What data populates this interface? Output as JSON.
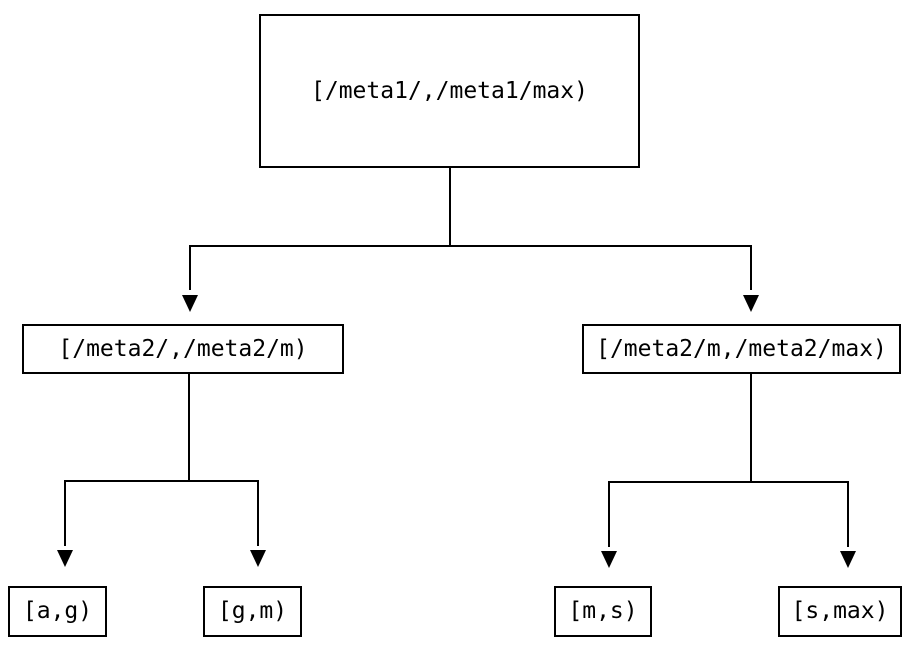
{
  "diagram": {
    "type": "binary-interval-tree",
    "colors": {
      "background": "#ffffff",
      "box_border": "#000000",
      "text": "#000000",
      "line": "#000000",
      "arrowhead": "#000000"
    },
    "nodes": {
      "root": {
        "label": "[/meta1/,/meta1/max)"
      },
      "left": {
        "label": "[/meta2/,/meta2/m)"
      },
      "right": {
        "label": "[/meta2/m,/meta2/max)"
      },
      "leaf_ag": {
        "label": "[a,g)"
      },
      "leaf_gm": {
        "label": "[g,m)"
      },
      "leaf_ms": {
        "label": "[m,s)"
      },
      "leaf_smax": {
        "label": "[s,max)"
      }
    },
    "edges": [
      {
        "from": "root",
        "to": "left"
      },
      {
        "from": "root",
        "to": "right"
      },
      {
        "from": "left",
        "to": "leaf_ag"
      },
      {
        "from": "left",
        "to": "leaf_gm"
      },
      {
        "from": "right",
        "to": "leaf_ms"
      },
      {
        "from": "right",
        "to": "leaf_smax"
      }
    ]
  }
}
